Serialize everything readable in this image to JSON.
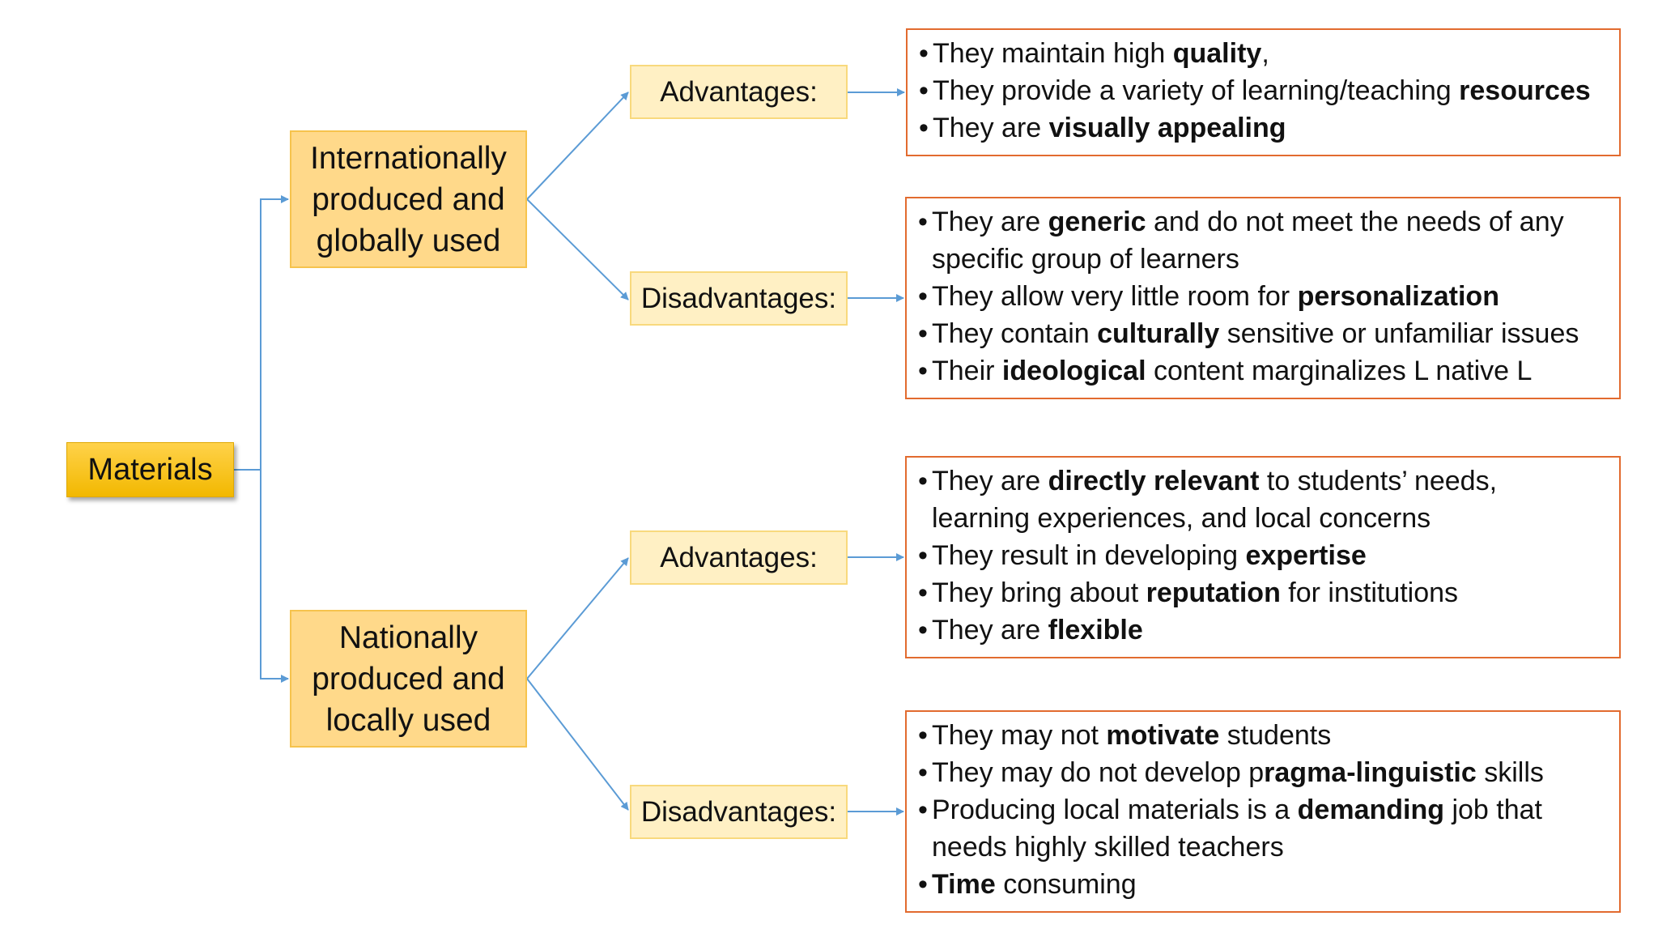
{
  "root": {
    "label": "Materials"
  },
  "branches": [
    {
      "title_lines": [
        "Internationally",
        "produced and",
        "globally used"
      ],
      "advantages": {
        "label": "Advantages:",
        "items": [
          [
            [
              "They maintain high ",
              false
            ],
            [
              "quality",
              true
            ],
            [
              ",",
              false
            ]
          ],
          [
            [
              "They provide a variety of learning/teaching ",
              false
            ],
            [
              "resources",
              true
            ]
          ],
          [
            [
              "They are ",
              false
            ],
            [
              "visually appealing",
              true
            ]
          ]
        ]
      },
      "disadvantages": {
        "label": "Disadvantages:",
        "items": [
          [
            [
              "They are ",
              false
            ],
            [
              "generic",
              true
            ],
            [
              " and do not meet the needs of any",
              false
            ]
          ],
          [
            [
              "specific group of learners",
              false
            ]
          ],
          [
            [
              "They allow very little room for ",
              false
            ],
            [
              "personalization",
              true
            ]
          ],
          [
            [
              "They contain ",
              false
            ],
            [
              "culturally",
              true
            ],
            [
              " sensitive or unfamiliar issues",
              false
            ]
          ],
          [
            [
              "Their ",
              false
            ],
            [
              "ideological",
              true
            ],
            [
              " content marginalizes L native L",
              false
            ]
          ]
        ],
        "continuation_items": [
          1
        ]
      }
    },
    {
      "title_lines": [
        "Nationally",
        "produced and",
        "locally used"
      ],
      "advantages": {
        "label": "Advantages:",
        "items": [
          [
            [
              "They are ",
              false
            ],
            [
              "directly relevant",
              true
            ],
            [
              " to students’ needs,",
              false
            ]
          ],
          [
            [
              "learning experiences, and local concerns",
              false
            ]
          ],
          [
            [
              "They result in developing ",
              false
            ],
            [
              "expertise",
              true
            ]
          ],
          [
            [
              "They bring about ",
              false
            ],
            [
              "reputation",
              true
            ],
            [
              " for institutions",
              false
            ]
          ],
          [
            [
              "They are ",
              false
            ],
            [
              "flexible",
              true
            ]
          ]
        ],
        "continuation_items": [
          1
        ]
      },
      "disadvantages": {
        "label": "Disadvantages:",
        "items": [
          [
            [
              "They may not ",
              false
            ],
            [
              "motivate",
              true
            ],
            [
              " students",
              false
            ]
          ],
          [
            [
              "They may do not develop p",
              false
            ],
            [
              "ragma-linguistic",
              true
            ],
            [
              " skills",
              false
            ]
          ],
          [
            [
              "Producing local materials is a ",
              false
            ],
            [
              "demanding",
              true
            ],
            [
              " job that",
              false
            ]
          ],
          [
            [
              "needs highly skilled teachers",
              false
            ]
          ],
          [
            [
              "Time",
              true
            ],
            [
              " consuming",
              false
            ]
          ]
        ],
        "continuation_items": [
          3
        ]
      }
    }
  ],
  "bullet_char": "•",
  "colors": {
    "root_fill": "#f6c015",
    "category_fill": "#ffd98a",
    "label_fill": "#fff0c4",
    "detail_border": "#e26b2f",
    "connector": "#5b9bd5"
  }
}
